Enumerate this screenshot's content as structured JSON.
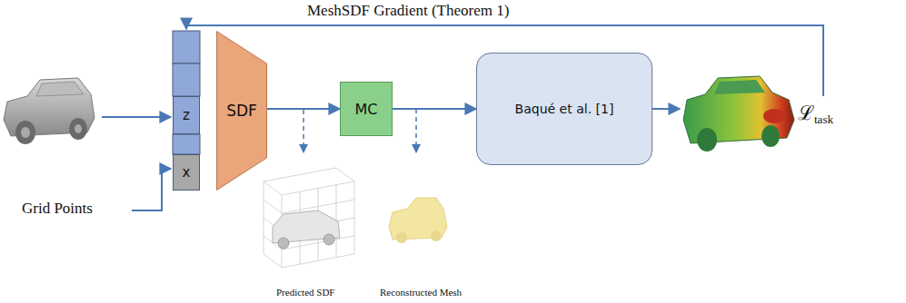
{
  "diagram": {
    "nodes": [
      {
        "text": [
          "z"
        ]
      },
      {
        "text": [
          "x"
        ]
      },
      {
        "text": [
          "SDF"
        ]
      },
      {
        "text": [
          "MC"
        ]
      },
      {
        "text": [
          "Baqué et al. [1]"
        ]
      }
    ],
    "edges": [
      {
        "from": 2,
        "to": 3,
        "arrow": "to"
      },
      {
        "from": 3,
        "to": 4,
        "arrow": "to"
      }
    ],
    "labels": [
      "MeshSDF Gradient (Theorem 1)",
      "Grid Points",
      "Predicted SDF",
      "Reconstructed Mesh",
      "ℒ",
      "task"
    ]
  }
}
